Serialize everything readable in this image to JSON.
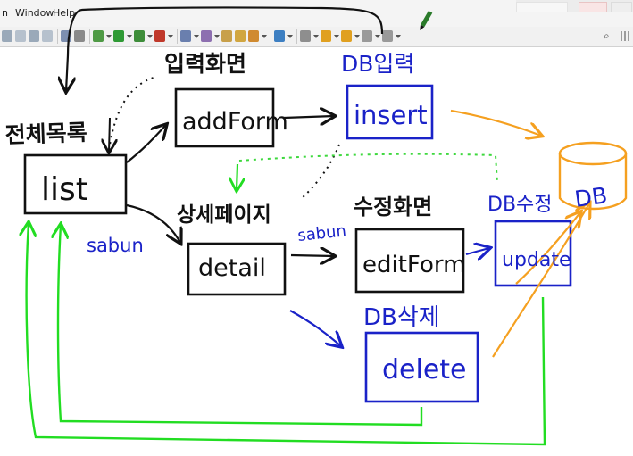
{
  "menu": {
    "items": [
      "n",
      "Window",
      "Help"
    ]
  },
  "toolbar": {
    "buttons": [
      {
        "icon": "undo-icon",
        "color": "#9aa9b9"
      },
      {
        "icon": "redo-icon",
        "color": "#b6c1cd"
      },
      {
        "icon": "back-icon",
        "color": "#9aa9b9"
      },
      {
        "icon": "forward-icon",
        "color": "#b6c1cd"
      },
      {
        "icon": "separator"
      },
      {
        "icon": "save-icon",
        "color": "#7d8fb0"
      },
      {
        "icon": "print-icon",
        "color": "#8a8a8a"
      },
      {
        "icon": "separator"
      },
      {
        "icon": "debug-icon",
        "color": "#4f9a45"
      },
      {
        "icon": "dropdown"
      },
      {
        "icon": "run-icon",
        "color": "#2f9a35"
      },
      {
        "icon": "dropdown"
      },
      {
        "icon": "coverage-icon",
        "color": "#3e8d3a"
      },
      {
        "icon": "dropdown"
      },
      {
        "icon": "external-tools-icon",
        "color": "#c0392b"
      },
      {
        "icon": "dropdown"
      },
      {
        "icon": "separator"
      },
      {
        "icon": "new-java-project-icon",
        "color": "#6a7fae"
      },
      {
        "icon": "dropdown"
      },
      {
        "icon": "new-package-icon",
        "color": "#8d6fb0"
      },
      {
        "icon": "dropdown"
      },
      {
        "icon": "open-type-icon",
        "color": "#c8a04a"
      },
      {
        "icon": "open-folder-icon",
        "color": "#d1a640"
      },
      {
        "icon": "edit-icon",
        "color": "#d08a30"
      },
      {
        "icon": "dropdown"
      },
      {
        "icon": "separator"
      },
      {
        "icon": "globe-icon",
        "color": "#3d7fc2"
      },
      {
        "icon": "dropdown"
      },
      {
        "icon": "separator"
      },
      {
        "icon": "pin-icon",
        "color": "#8e8e8e"
      },
      {
        "icon": "dropdown"
      },
      {
        "icon": "prev-annotation-icon",
        "color": "#e0a020"
      },
      {
        "icon": "dropdown"
      },
      {
        "icon": "next-annotation-icon",
        "color": "#e0a020"
      },
      {
        "icon": "dropdown"
      },
      {
        "icon": "nav-back-icon",
        "color": "#9a9a9a"
      },
      {
        "icon": "dropdown"
      },
      {
        "icon": "nav-forward-icon",
        "color": "#9a9a9a"
      },
      {
        "icon": "dropdown"
      }
    ],
    "search_icon": "search-icon",
    "perspective_icon": "perspective-grid-icon"
  },
  "tray": {
    "icons": [
      "tray-window",
      "tray-badge",
      "tray-control"
    ]
  },
  "colors": {
    "black_ink": "#111111",
    "blue_ink": "#1a22c8",
    "green_ink": "#22dd22",
    "dotted_green": "#3ed83e",
    "orange_ink": "#f5a020",
    "pen_cursor": "#2a7a2a"
  },
  "diagram": {
    "list": {
      "title": "전체목록",
      "box": "list",
      "param": "sabun"
    },
    "add": {
      "title": "입력화면",
      "box": "addForm"
    },
    "insert": {
      "title": "DB입력",
      "box": "insert"
    },
    "detail": {
      "title": "상세페이지",
      "box": "detail",
      "param": "sabun"
    },
    "edit": {
      "title": "수정화면",
      "box": "editForm"
    },
    "update": {
      "title": "DB수정",
      "box": "update"
    },
    "delete": {
      "title": "DB삭제",
      "box": "delete"
    },
    "db": {
      "label": "DB"
    }
  }
}
